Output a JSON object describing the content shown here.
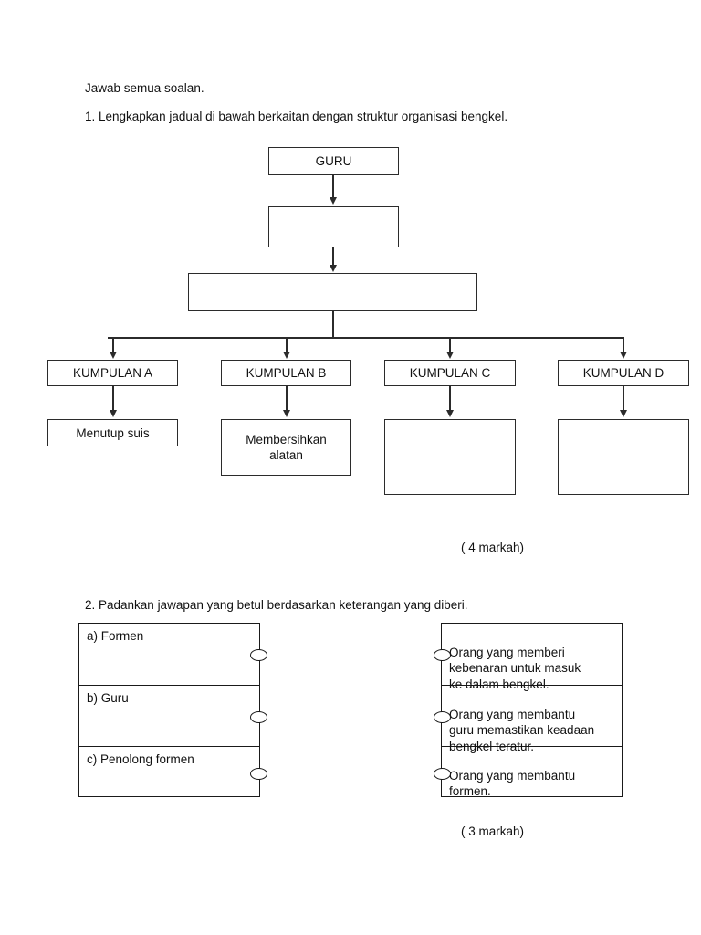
{
  "document": {
    "instruction": "Jawab semua soalan.",
    "question1": {
      "number_text": "1. Lengkapkan jadual di bawah berkaitan dengan struktur organisasi bengkel.",
      "marks": "( 4 markah)",
      "chart": {
        "top_box": "GURU",
        "level2_box": "",
        "level3_box": "",
        "groups": [
          {
            "label": "KUMPULAN  A",
            "task": "Menutup suis"
          },
          {
            "label": "KUMPULAN  B",
            "task": "Membersihkan\nalatan"
          },
          {
            "label": "KUMPULAN  C",
            "task": ""
          },
          {
            "label": "KUMPULAN  D",
            "task": ""
          }
        ]
      }
    },
    "question2": {
      "number_text": "2. Padankan jawapan yang betul berdasarkan keterangan yang diberi.",
      "marks": "( 3 markah)",
      "left_items": [
        "a) Formen",
        "b) Guru",
        "c) Penolong formen"
      ],
      "right_items": [
        "Orang yang memberi\nkebenaran untuk masuk\nke dalam bengkel.",
        "Orang yang membantu\nguru memastikan keadaan\nbengkel teratur.",
        "Orang yang membantu\nformen."
      ]
    }
  }
}
